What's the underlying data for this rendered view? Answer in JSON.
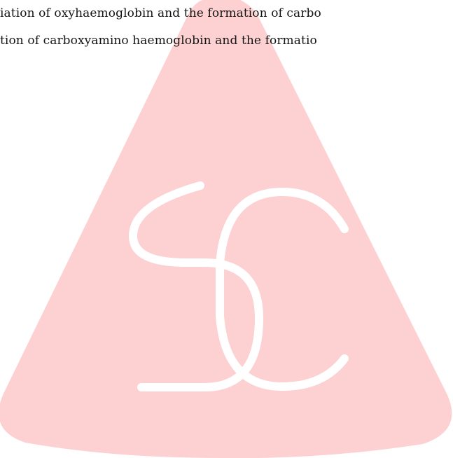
{
  "document": {
    "lines": [
      "iation of oxyhaemoglobin and the formation of carbo",
      "tion of carboxyamino haemoglobin and the formatio"
    ]
  },
  "watermark": {
    "logo_letters": "SC",
    "colors": {
      "triangle": "#fdd0d1",
      "letters": "#ffffff"
    }
  }
}
